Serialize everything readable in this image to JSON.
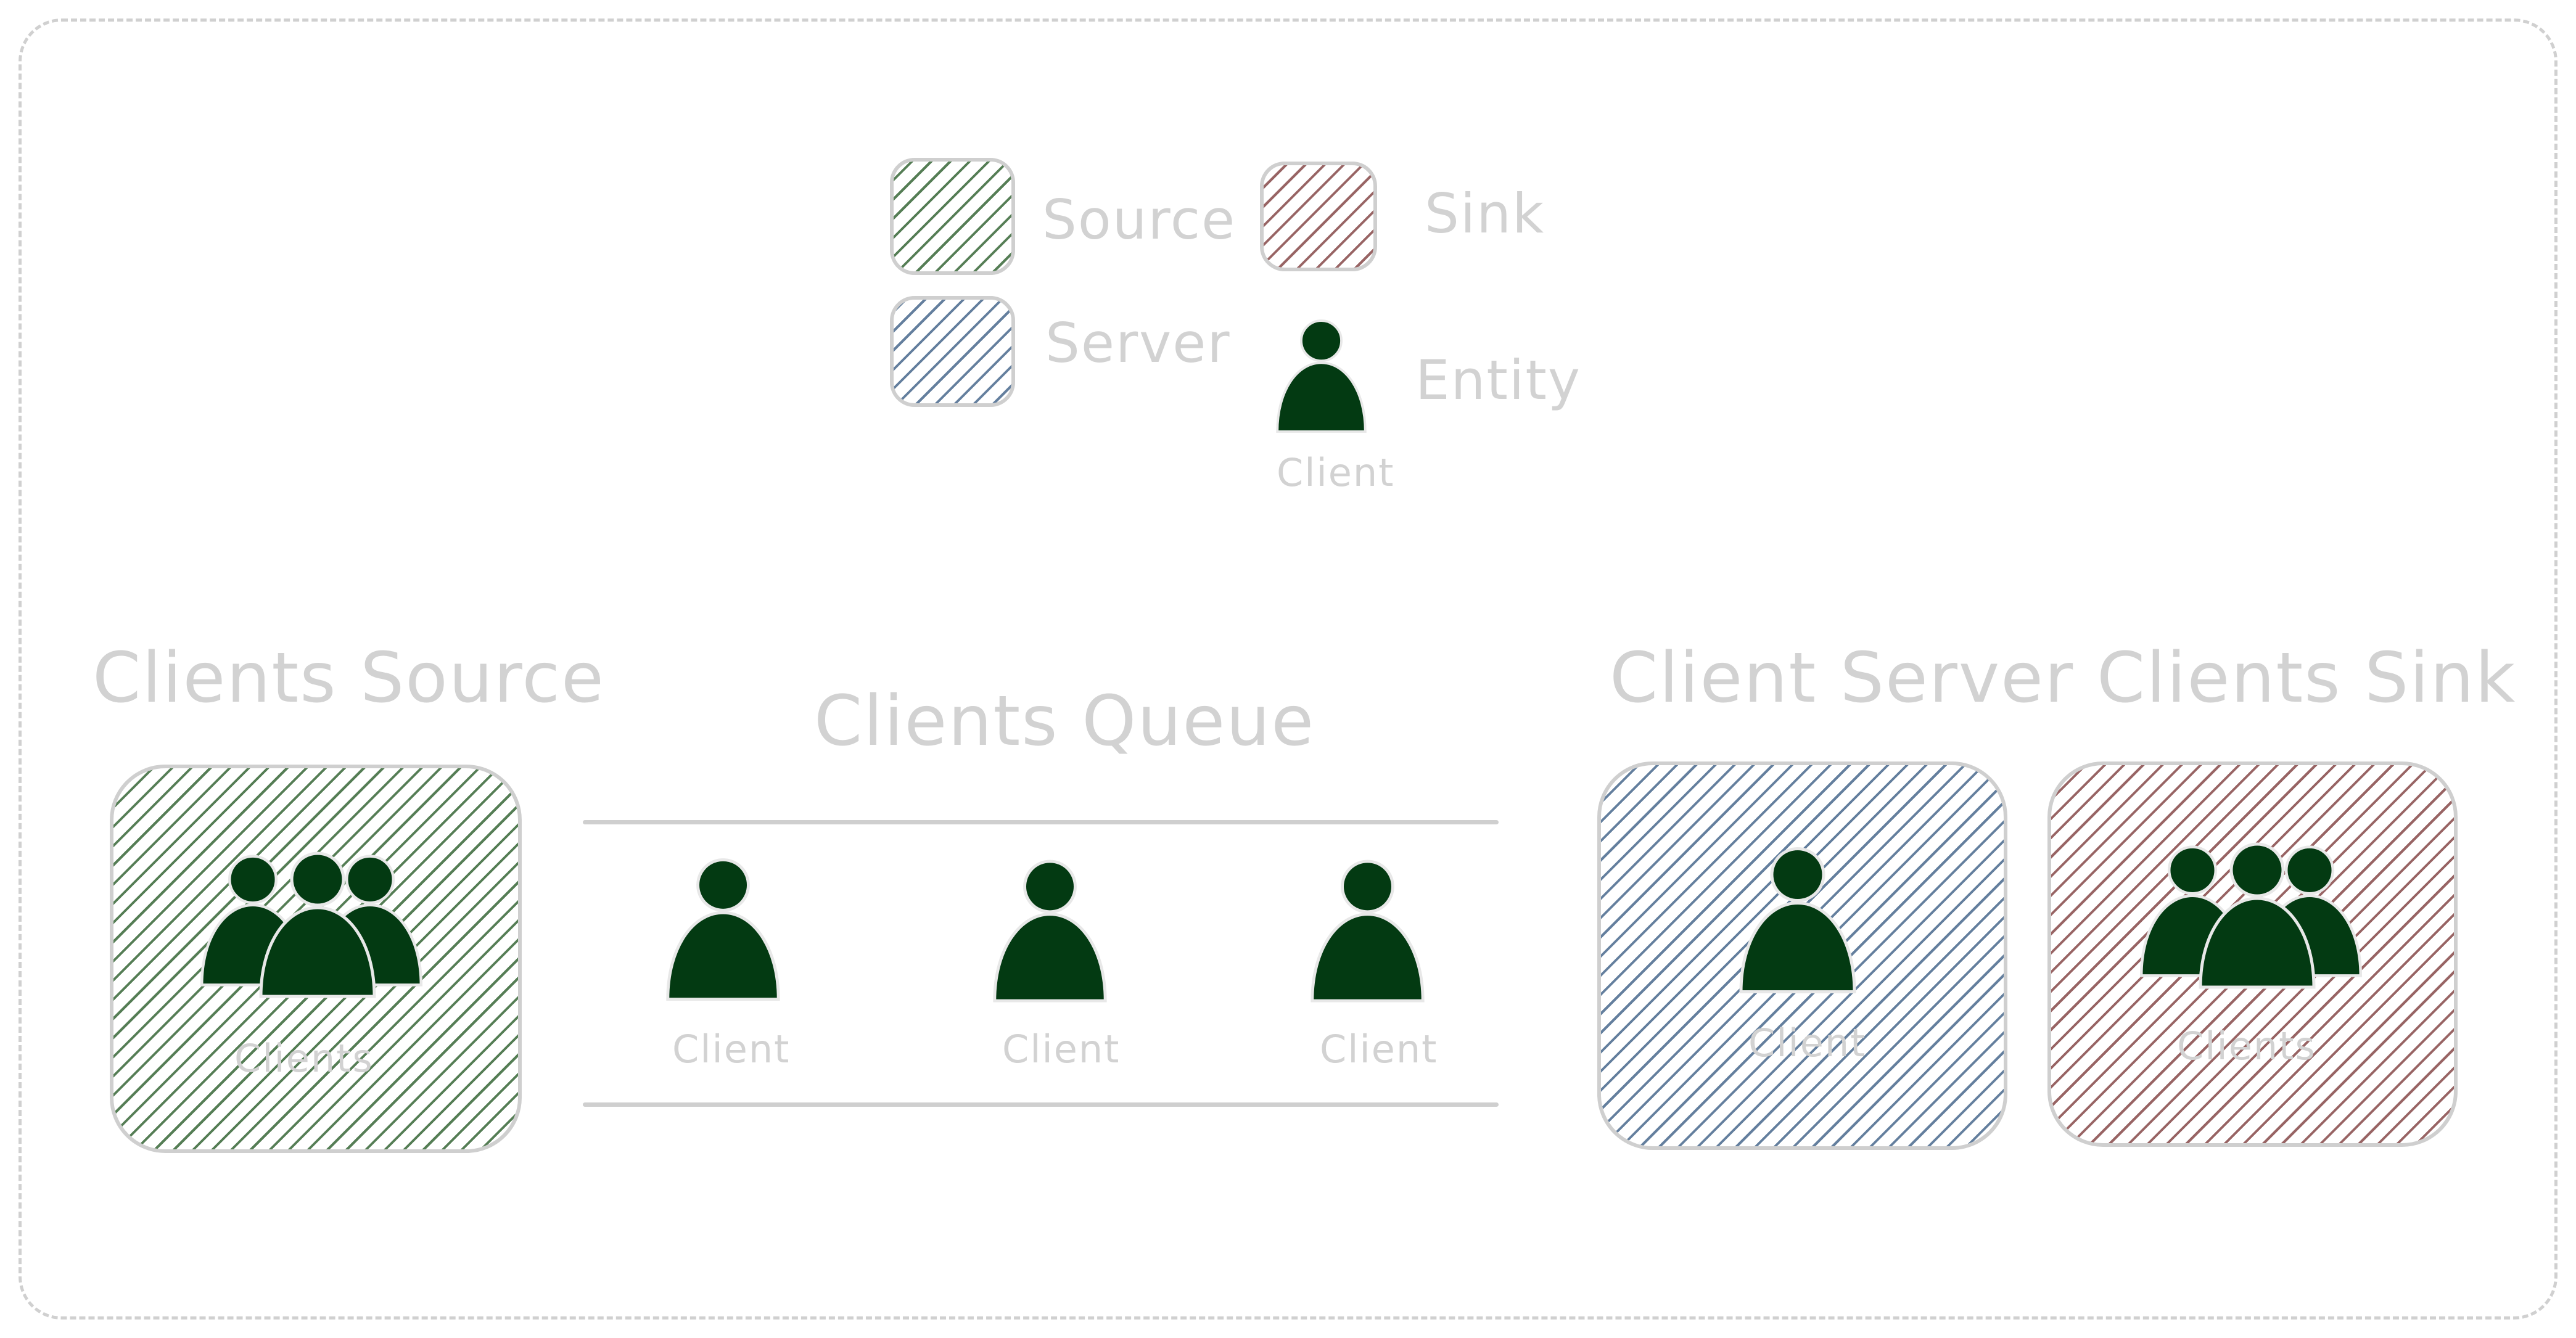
{
  "legend": {
    "source": "Source",
    "sink": "Sink",
    "server": "Server",
    "entity": "Entity",
    "entity_tag": "Client"
  },
  "source": {
    "title": "Clients Source",
    "tag": "Clients"
  },
  "queue": {
    "title": "Clients Queue",
    "items": [
      "Client",
      "Client",
      "Client"
    ]
  },
  "server": {
    "title": "Client Server",
    "tag": "Client"
  },
  "sink": {
    "title": "Clients Sink",
    "tag": "Clients"
  },
  "colors": {
    "entity": "#033a12",
    "source": "#1c521c",
    "server": "#284e78",
    "sink": "#702828",
    "stroke": "#cfcfcf"
  },
  "icons": {
    "single": "person-icon",
    "group": "group-of-people-icon"
  }
}
